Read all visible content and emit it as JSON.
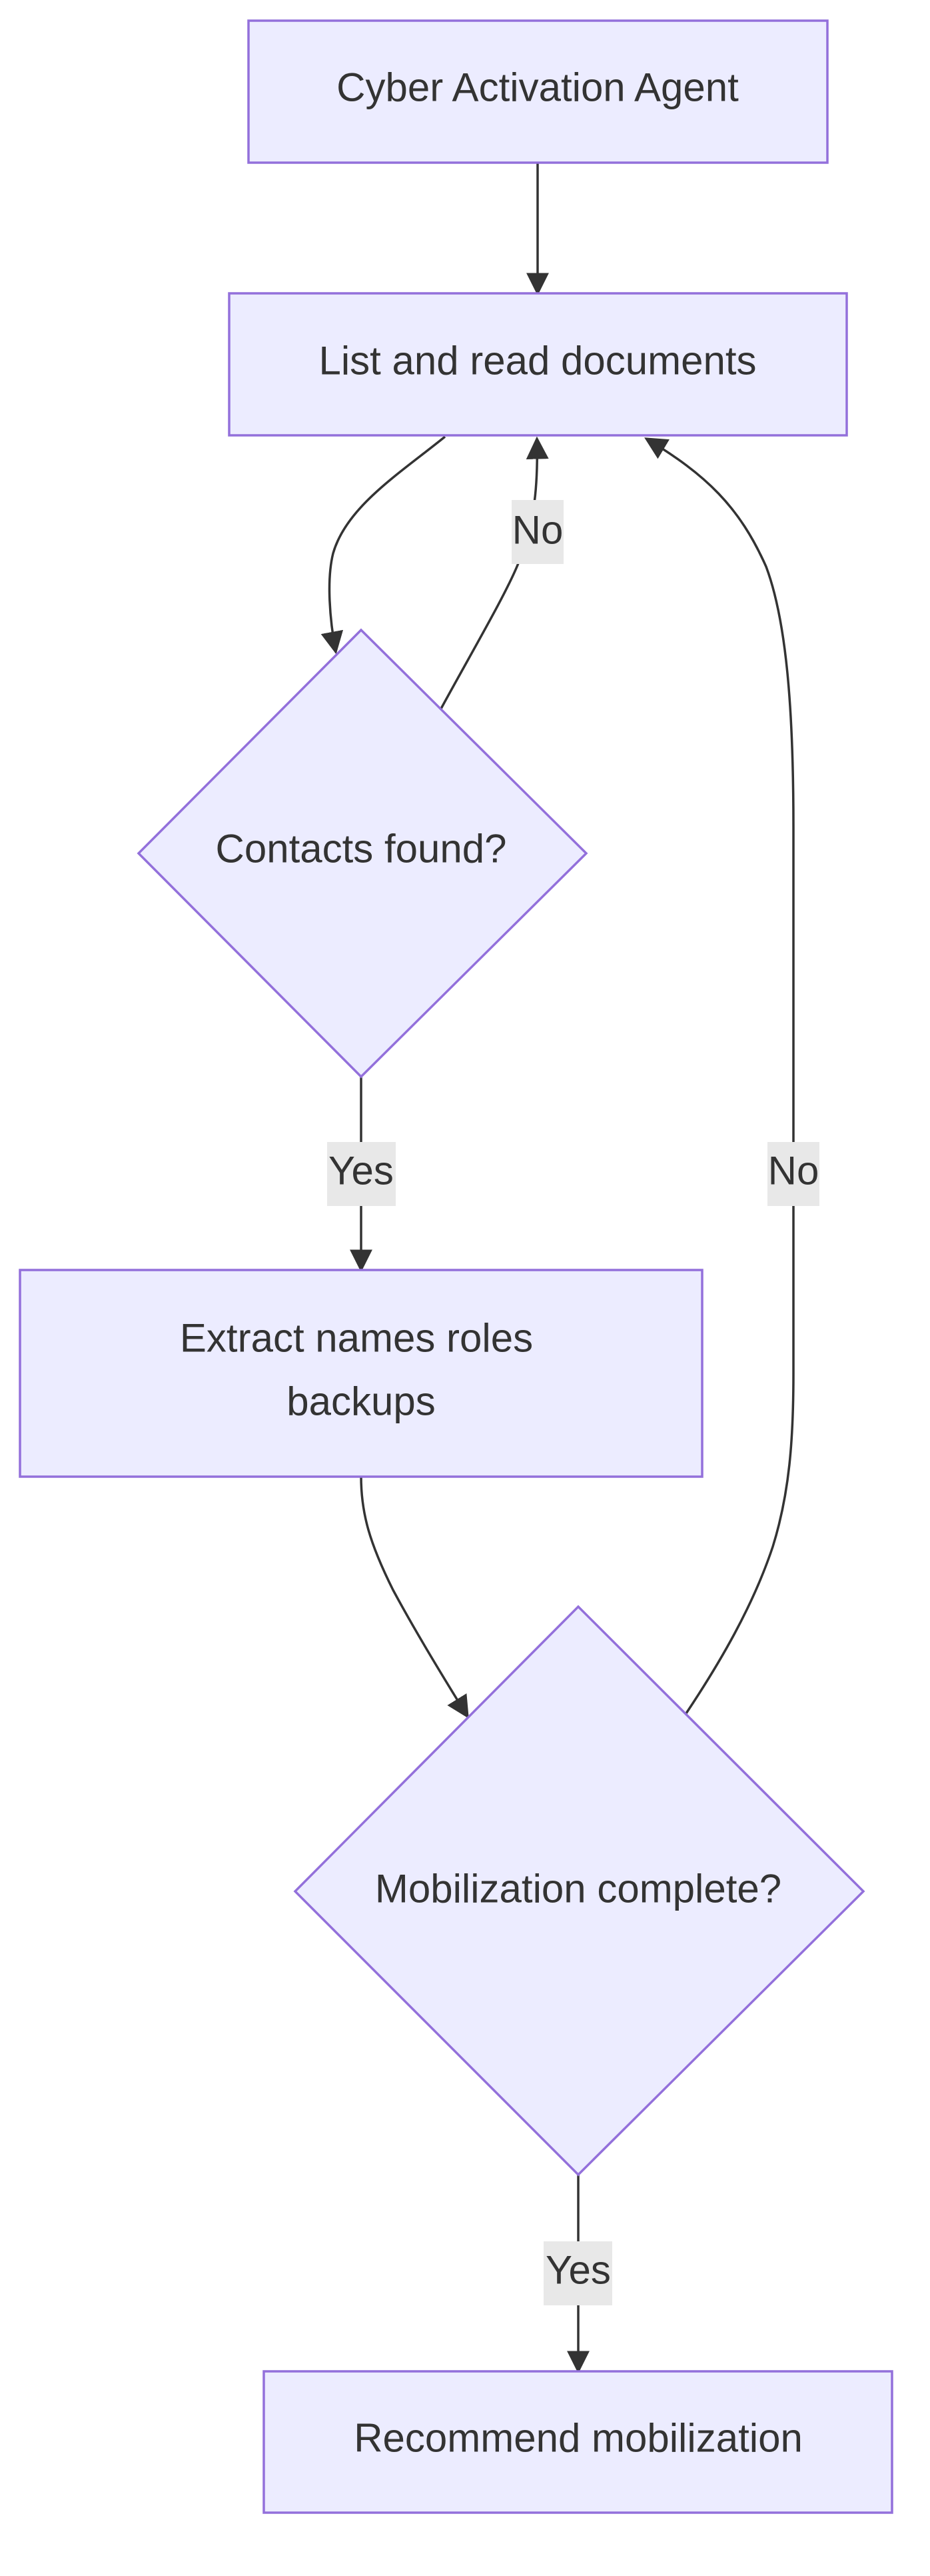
{
  "nodes": {
    "start": {
      "label": "Cyber Activation Agent"
    },
    "list_read": {
      "label": "List and read documents"
    },
    "contacts_found": {
      "label": "Contacts found?"
    },
    "extract": {
      "label_line1": "Extract names roles",
      "label_line2": "backups"
    },
    "mobilization_complete": {
      "label": "Mobilization complete?"
    },
    "recommend": {
      "label": "Recommend mobilization"
    }
  },
  "edges": {
    "contacts_no": {
      "label": "No"
    },
    "contacts_yes": {
      "label": "Yes"
    },
    "mobilization_no": {
      "label": "No"
    },
    "mobilization_yes": {
      "label": "Yes"
    }
  },
  "colors": {
    "node_fill": "#ECECFF",
    "node_stroke": "#9370DB",
    "edge": "#333333",
    "label_bg": "#e8e8e8",
    "text": "#333333"
  }
}
